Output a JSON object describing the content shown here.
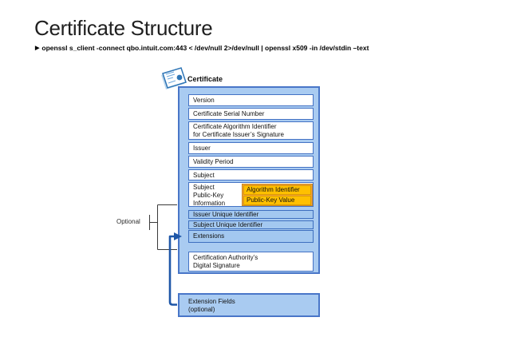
{
  "slide": {
    "title": "Certificate Structure",
    "bullet_marker": "▶",
    "command": "openssl s_client -connect qbo.intuit.com:443 < /dev/null 2>/dev/null | openssl x509 -in /dev/stdin –text"
  },
  "diagram": {
    "header_label": "Certificate",
    "optional_label": "Optional",
    "fields": {
      "version": "Version",
      "serial_number": "Certificate Serial Number",
      "algorithm_identifier_line1": "Certificate Algorithm Identifier",
      "algorithm_identifier_line2": "for Certificate Issuer’s Signature",
      "issuer": "Issuer",
      "validity_period": "Validity Period",
      "subject": "Subject",
      "spki_line1": "Subject",
      "spki_line2": "Public-Key",
      "spki_line3": "Information",
      "spki_algorithm": "Algorithm Identifier",
      "spki_public_key_value": "Public-Key Value",
      "issuer_unique_id": "Issuer Unique Identifier",
      "subject_unique_id": "Subject Unique Identifier",
      "extensions": "Extensions",
      "ca_signature_line1": "Certification Authority’s",
      "ca_signature_line2": "Digital Signature",
      "extension_fields_line1": "Extension Fields",
      "extension_fields_line2": "(optional)"
    },
    "colors": {
      "container_fill": "#A9CBF1",
      "box_border": "#4472C4",
      "optional_row_fill": "#A3C8F0",
      "gold_fill": "#FFC000",
      "orange_frame": "#F2A13A",
      "connector_blue": "#1F57A8"
    }
  }
}
